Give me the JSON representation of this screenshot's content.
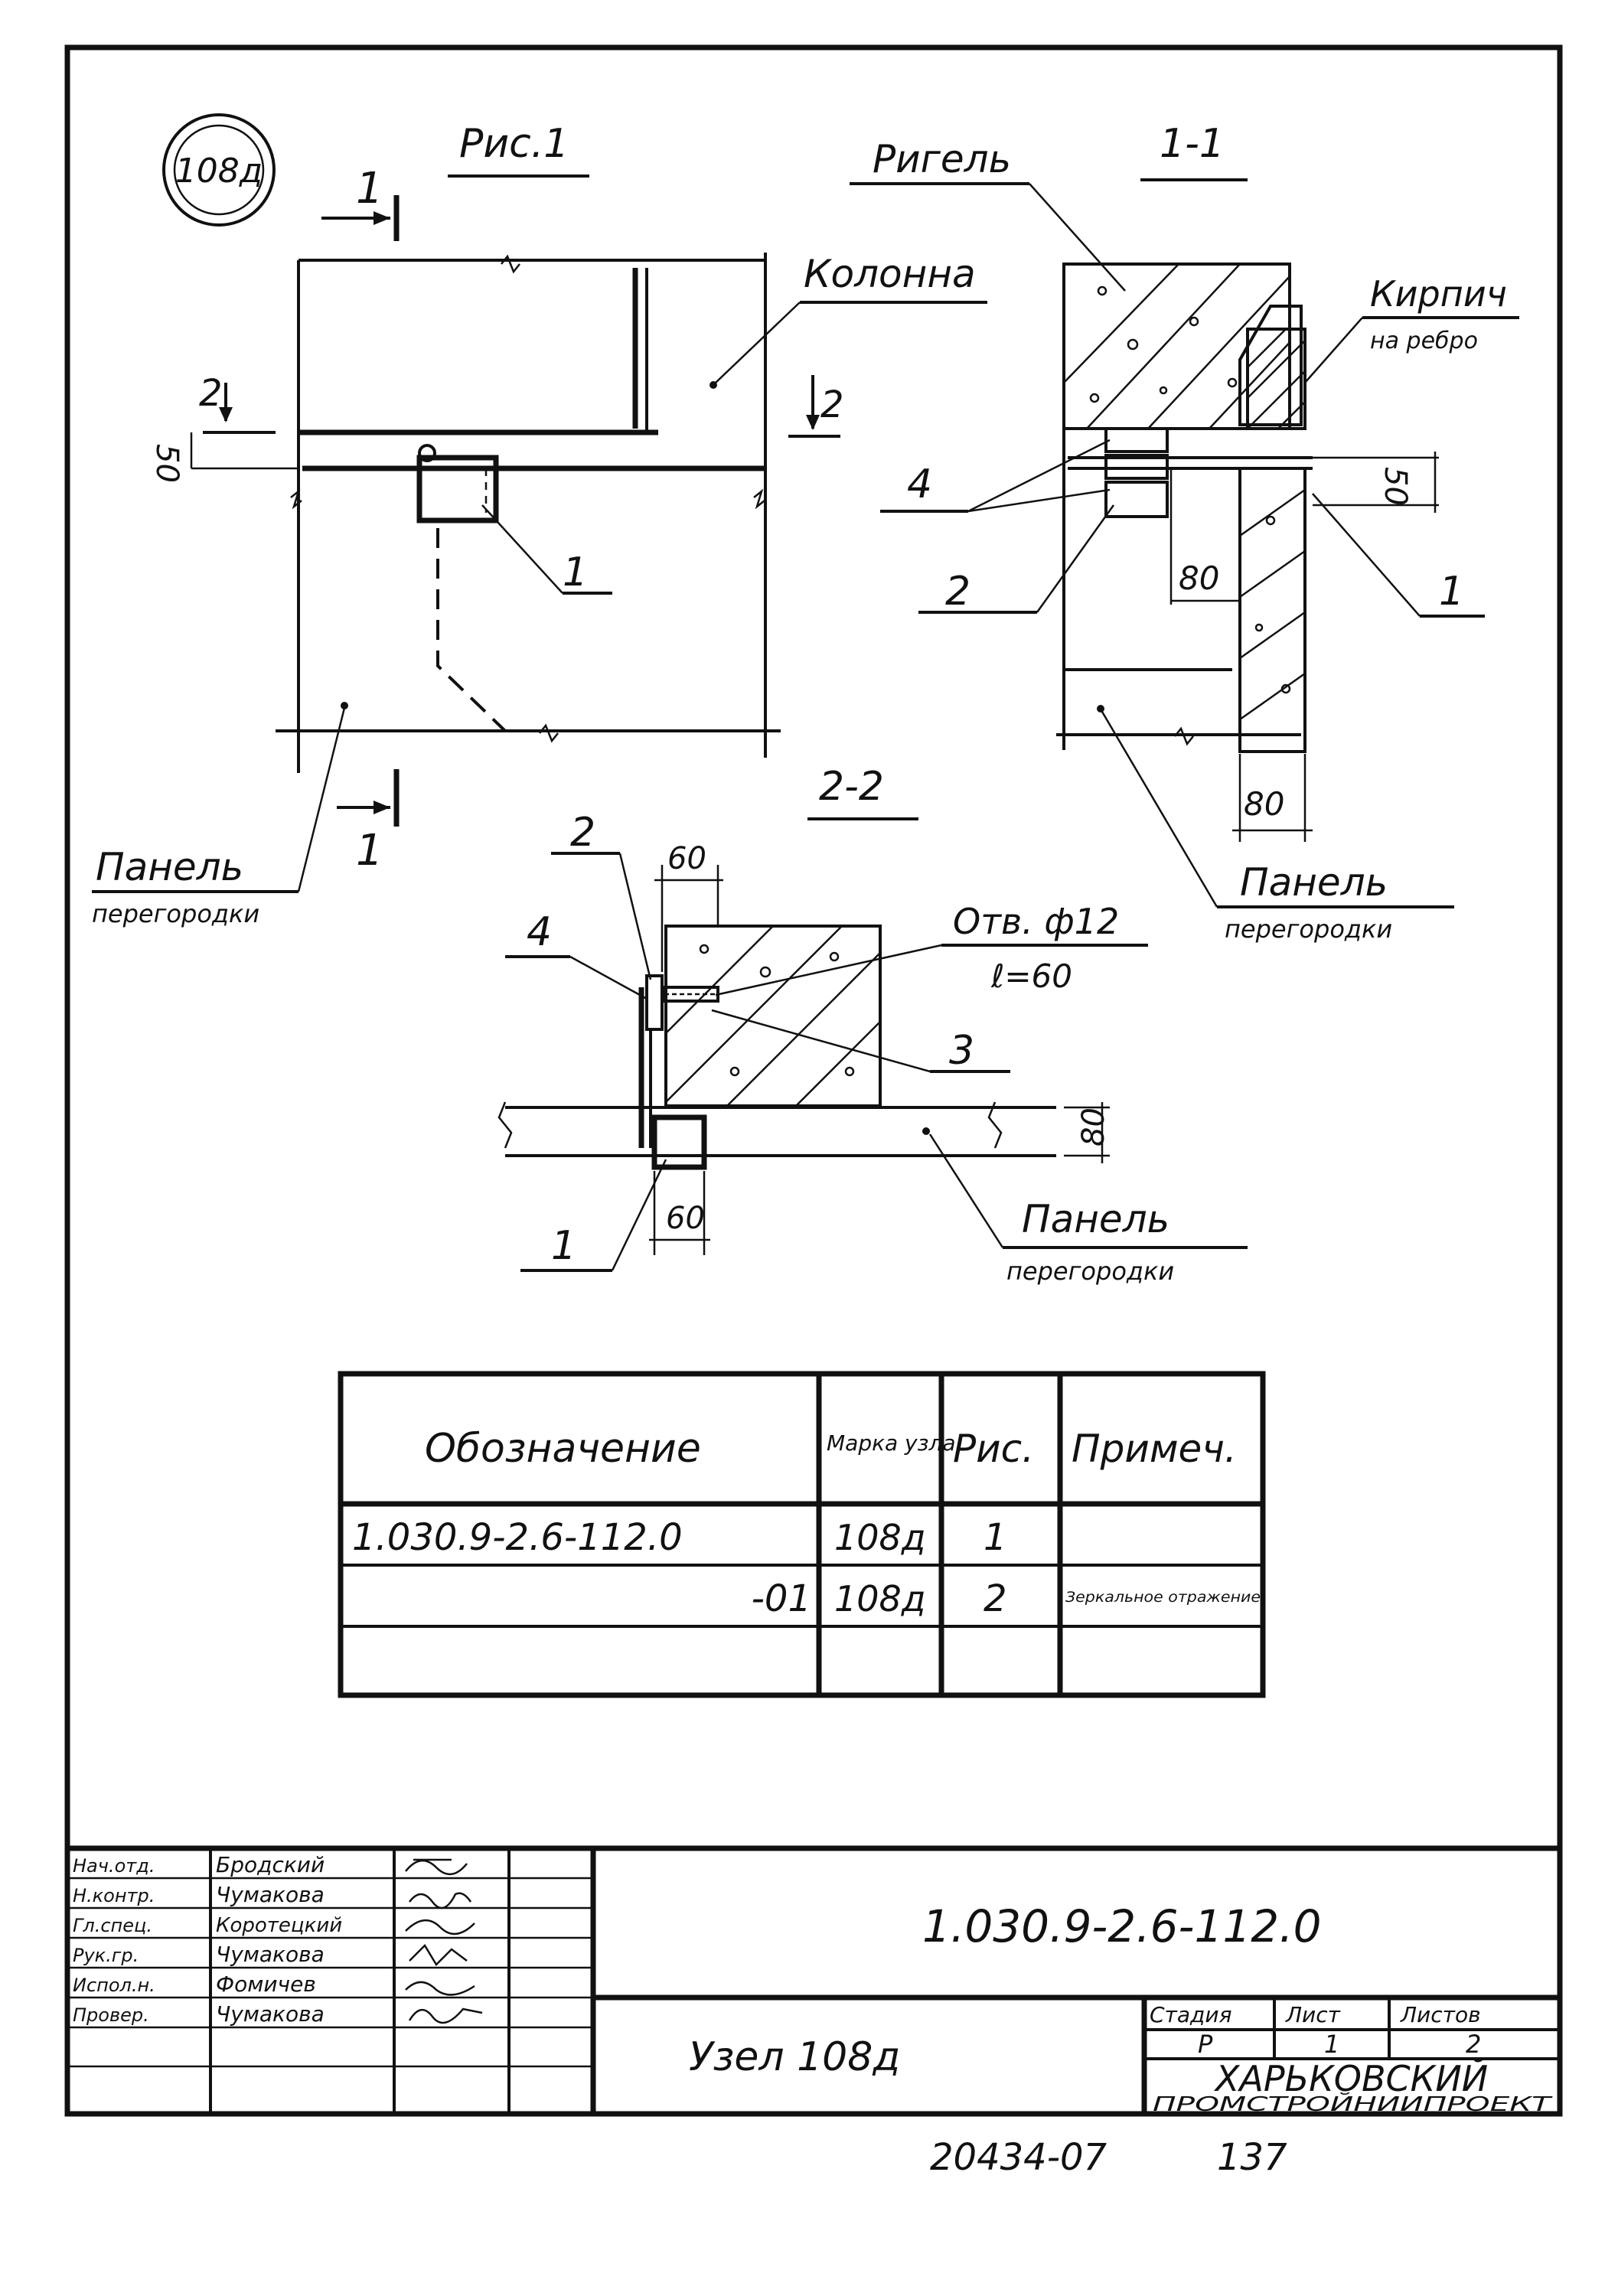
{
  "badge": {
    "node": "108д"
  },
  "figure1": {
    "title": "Рис.1",
    "section_a": "1",
    "section_b": "1",
    "cut_left": "2",
    "cut_right": "2",
    "dim_50": "50",
    "label_column": "Колонна",
    "label_panel_line1": "Панель",
    "label_panel_line2": "перегородки",
    "callout_1": "1"
  },
  "section11": {
    "title": "1-1",
    "label_rigel": "Ригель",
    "label_brick_line1": "Кирпич",
    "label_brick_line2": "на ребро",
    "callout_4": "4",
    "callout_2": "2",
    "callout_1": "1",
    "dim_80_inner": "80",
    "dim_50": "50",
    "dim_80_bottom": "80",
    "label_panel_line1": "Панель",
    "label_panel_line2": "перегородки"
  },
  "section22": {
    "title": "2-2",
    "dim_60_top": "60",
    "dim_60_bottom": "60",
    "dim_80": "80",
    "callout_2": "2",
    "callout_4": "4",
    "callout_3": "3",
    "callout_1": "1",
    "hole_line1": "Отв. ф12",
    "hole_line2": "ℓ=60",
    "label_panel_line1": "Панель",
    "label_panel_line2": "перегородки"
  },
  "spec_table": {
    "headers": [
      "Обозначение",
      "Марка узла",
      "Рис.",
      "Примеч."
    ],
    "rows": [
      [
        "1.030.9-2.6-112.0",
        "108д",
        "1",
        ""
      ],
      [
        "-01",
        "108д",
        "2",
        "Зеркальное отражение"
      ],
      [
        "",
        "",
        "",
        ""
      ]
    ]
  },
  "title_block": {
    "roles": [
      "Нач.отд.",
      "Н.контр.",
      "Гл.спец.",
      "Рук.гр.",
      "Испол.н.",
      "Провер."
    ],
    "names": [
      "Бродский",
      "Чумакова",
      "Коротецкий",
      "Чумакова",
      "Фомичев",
      "Чумакова"
    ],
    "doc_number": "1.030.9-2.6-112.0",
    "item_name": "Узел 108д",
    "stage_label": "Стадия",
    "sheet_label": "Лист",
    "sheets_label": "Листов",
    "stage_value": "Р",
    "sheet_value": "1",
    "sheets_value": "2",
    "org_line1": "Харьковский",
    "org_line2": "Промстройниипроект"
  },
  "footer": {
    "archive": "20434-07",
    "page": "137"
  }
}
